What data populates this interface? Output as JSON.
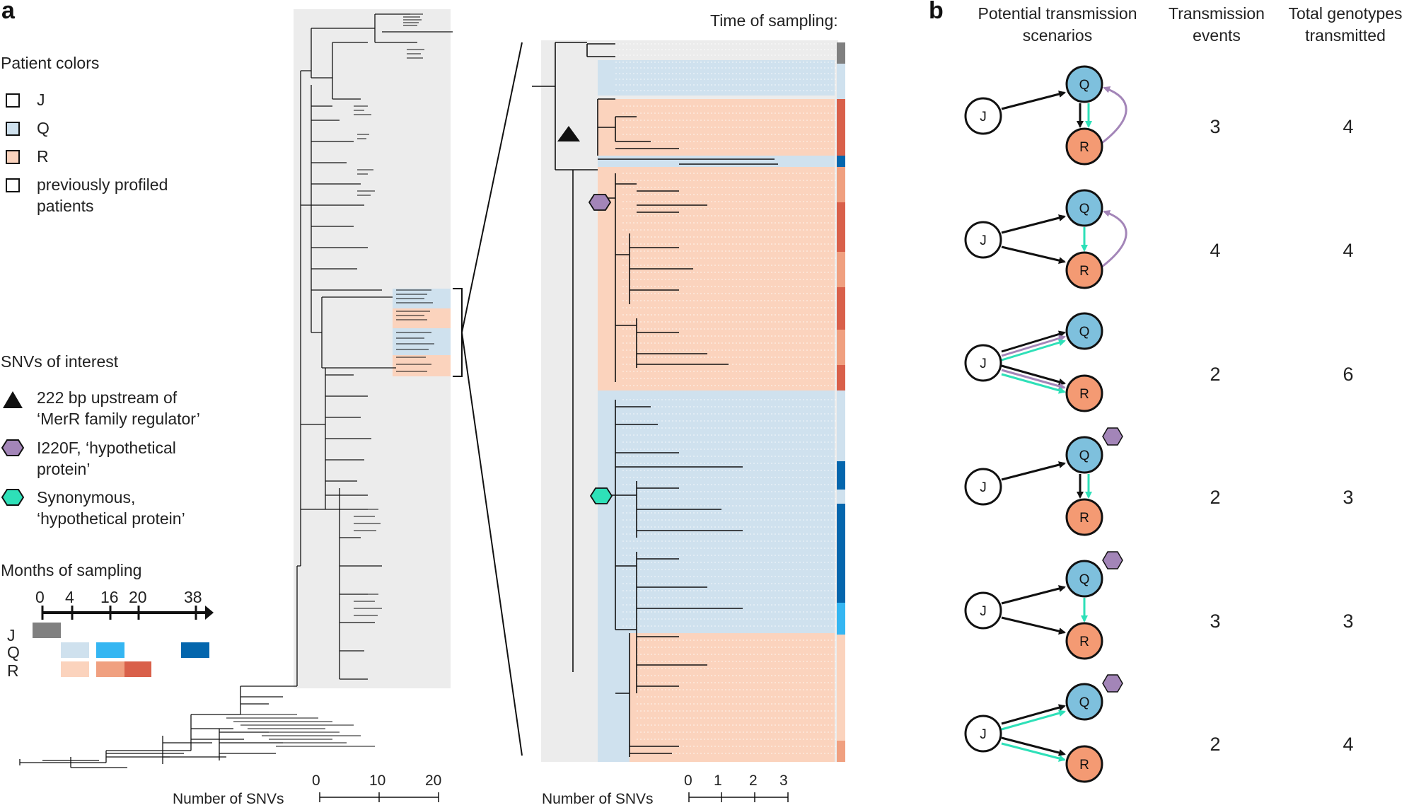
{
  "panel_a": {
    "label": "a",
    "time_of_sampling": "Time of sampling:",
    "patient_colors": {
      "heading": "Patient colors",
      "items": [
        {
          "label": "J",
          "color": "#ffffff"
        },
        {
          "label": "Q",
          "color": "#cfe1ee"
        },
        {
          "label": "R",
          "color": "#fbd3bd"
        },
        {
          "label": "previously profiled patients",
          "color": "#ffffff"
        }
      ]
    },
    "snvs": {
      "heading": "SNVs of interest",
      "items": [
        {
          "line1": "222 bp upstream of",
          "line2": "‘MerR family regulator’",
          "marker": "triangle",
          "color": "#111111"
        },
        {
          "line1": "I220F, ‘hypothetical",
          "line2": "protein’",
          "marker": "hexagon",
          "color": "#a385b8"
        },
        {
          "line1": "Synonymous,",
          "line2": "‘hypothetical protein’",
          "marker": "hexagon",
          "color": "#2ee0b8"
        }
      ]
    },
    "months": {
      "heading": "Months of sampling",
      "ticks": [
        "0",
        "4",
        "16",
        "20",
        "38"
      ],
      "rows": [
        "J",
        "Q",
        "R"
      ],
      "colors": {
        "J": "#808080",
        "Q1": "#cfe1ee",
        "Q2": "#35b6f2",
        "Q3": "#0466ad",
        "R1": "#fbd3bd",
        "R2": "#f0a080",
        "R3": "#d9604a"
      }
    },
    "axis_left": {
      "label": "Number of SNVs",
      "ticks": [
        "0",
        "10",
        "20"
      ]
    },
    "axis_right": {
      "label": "Number of SNVs",
      "ticks": [
        "0",
        "1",
        "2",
        "3"
      ]
    }
  },
  "panel_b": {
    "label": "b",
    "headers": {
      "scenarios": [
        "Potential transmission",
        "scenarios"
      ],
      "events": [
        "Transmission",
        "events"
      ],
      "genotypes": [
        "Total genotypes",
        "transmitted"
      ]
    },
    "nodes": {
      "J": "J",
      "Q": "Q",
      "R": "R"
    },
    "colors": {
      "Q": "#7ec0dd",
      "R": "#f49a73",
      "purple": "#a385b8",
      "teal": "#2ee0b8"
    },
    "scenarios": [
      {
        "events": "3",
        "genotypes": "4"
      },
      {
        "events": "4",
        "genotypes": "4"
      },
      {
        "events": "2",
        "genotypes": "6"
      },
      {
        "events": "2",
        "genotypes": "3"
      },
      {
        "events": "3",
        "genotypes": "3"
      },
      {
        "events": "2",
        "genotypes": "4"
      }
    ]
  }
}
